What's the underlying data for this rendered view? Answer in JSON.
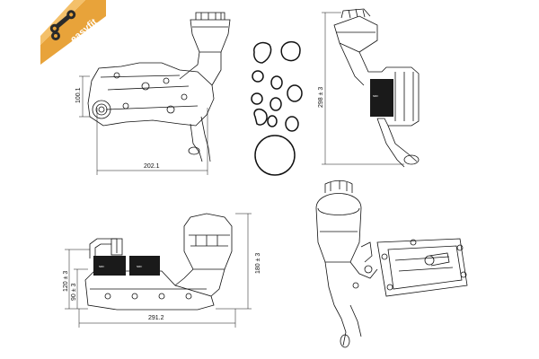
{
  "brand": {
    "name": "easyfit",
    "ribbon_color": "#e8a33a",
    "text_color": "#ffffff"
  },
  "dimensions": {
    "view1_width": "202.1",
    "view1_height": "100.1",
    "view2_height": "298 ± 3",
    "view3_width": "291.2",
    "view3_height": "180 ± 3",
    "view3_h1": "120 ± 3",
    "view3_h2": "90 ± 3"
  },
  "line_color": "#111111",
  "dark_part_color": "#1a1a1a"
}
